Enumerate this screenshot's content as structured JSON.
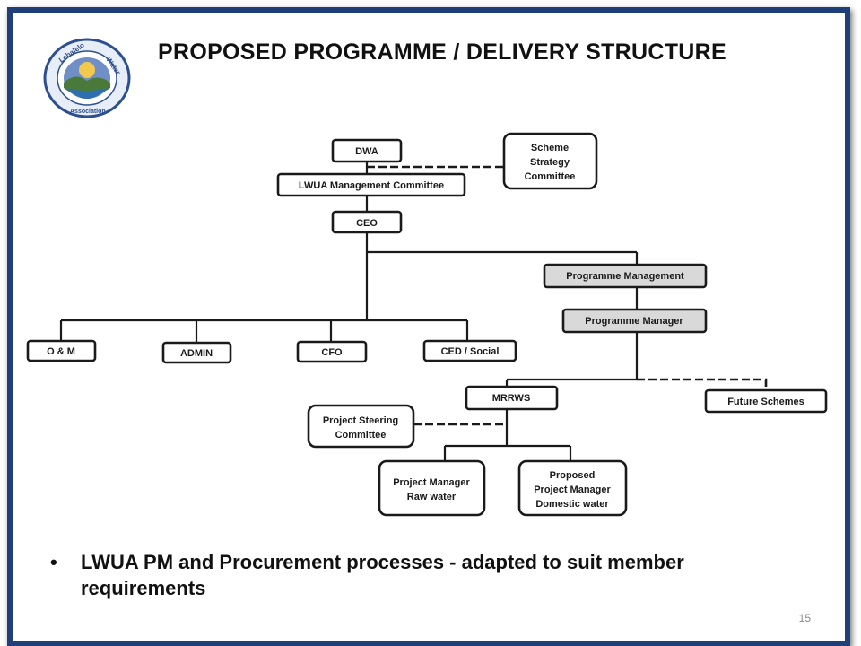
{
  "slide": {
    "title": "PROPOSED PROGRAMME / DELIVERY STRUCTURE",
    "logo_text": "Lebalelo Water User Association",
    "bullet_symbol": "•",
    "bullet": "LWUA PM and Procurement processes - adapted to suit member requirements",
    "page_number": "15"
  },
  "org_chart": {
    "nodes": [
      {
        "id": "dwa",
        "lines": [
          "DWA"
        ]
      },
      {
        "id": "scheme-strategy",
        "lines": [
          "Scheme",
          "Strategy",
          "Committee"
        ]
      },
      {
        "id": "lwua-mc",
        "lines": [
          "LWUA Management Committee"
        ]
      },
      {
        "id": "ceo",
        "lines": [
          "CEO"
        ]
      },
      {
        "id": "prog-mgmt",
        "lines": [
          "Programme Management"
        ]
      },
      {
        "id": "prog-mgr",
        "lines": [
          "Programme Manager"
        ]
      },
      {
        "id": "om",
        "lines": [
          "O & M"
        ]
      },
      {
        "id": "admin",
        "lines": [
          "ADMIN"
        ]
      },
      {
        "id": "cfo",
        "lines": [
          "CFO"
        ]
      },
      {
        "id": "ced",
        "lines": [
          "CED / Social"
        ]
      },
      {
        "id": "mrrws",
        "lines": [
          "MRRWS"
        ]
      },
      {
        "id": "future",
        "lines": [
          "Future Schemes"
        ]
      },
      {
        "id": "psc",
        "lines": [
          "Project Steering",
          "Committee"
        ]
      },
      {
        "id": "pm-raw",
        "lines": [
          "Project Manager",
          "Raw water"
        ]
      },
      {
        "id": "pm-dom",
        "lines": [
          "Proposed",
          "Project Manager",
          "Domestic water"
        ]
      }
    ]
  },
  "colors": {
    "frame": "#1f3f7a",
    "shaded_box": "#d9d9d9",
    "lines": "#1a1a1a"
  }
}
